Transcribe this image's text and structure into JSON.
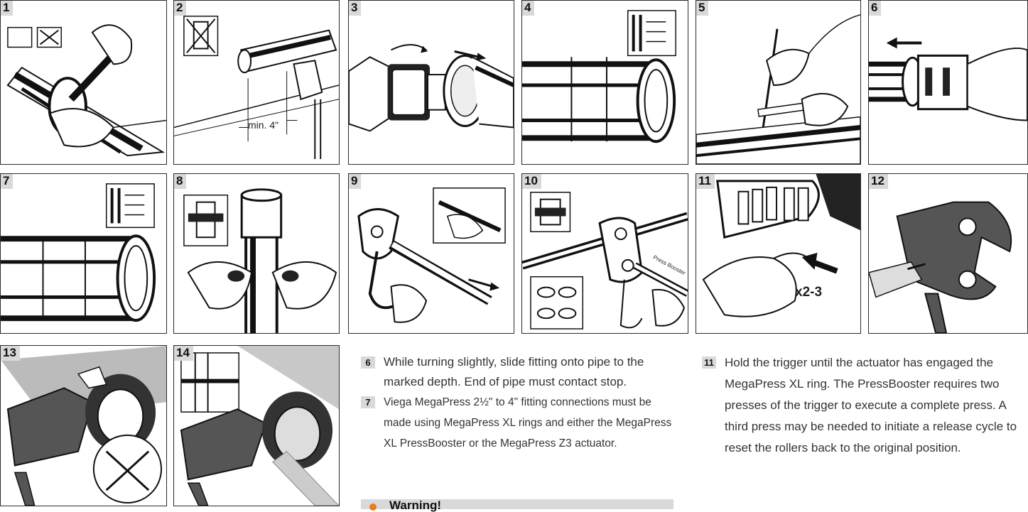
{
  "panels": [
    {
      "n": "1"
    },
    {
      "n": "2"
    },
    {
      "n": "3"
    },
    {
      "n": "4"
    },
    {
      "n": "5"
    },
    {
      "n": "6"
    },
    {
      "n": "7"
    },
    {
      "n": "8"
    },
    {
      "n": "9"
    },
    {
      "n": "10"
    },
    {
      "n": "11"
    },
    {
      "n": "12"
    },
    {
      "n": "13"
    },
    {
      "n": "14"
    }
  ],
  "labels": {
    "min_distance": "min. 4\"",
    "press_count": "x2-3",
    "tool_text": "Press Booster"
  },
  "steps_left": [
    {
      "n": "6",
      "text": "While turning slightly, slide fitting onto pipe to the marked depth. End of pipe must contact stop."
    },
    {
      "n": "7",
      "text": "Viega MegaPress 2½\" to 4\" fitting connections must be made using MegaPress XL rings and either the MegaPress XL PressBooster or the MegaPress Z3 actuator."
    }
  ],
  "steps_right": [
    {
      "n": "11",
      "text": "Hold the trigger until the actuator has engaged the MegaPress XL ring. The PressBooster requires two presses of the trigger to execute a complete press. A third press may be needed to initiate a release cycle to reset the rollers back to the original position."
    }
  ],
  "warning": {
    "label": "Warning!"
  },
  "colors": {
    "badge_bg": "#d9d9d9",
    "warning_accent": "#e8801a",
    "line": "#1a1a1a"
  }
}
